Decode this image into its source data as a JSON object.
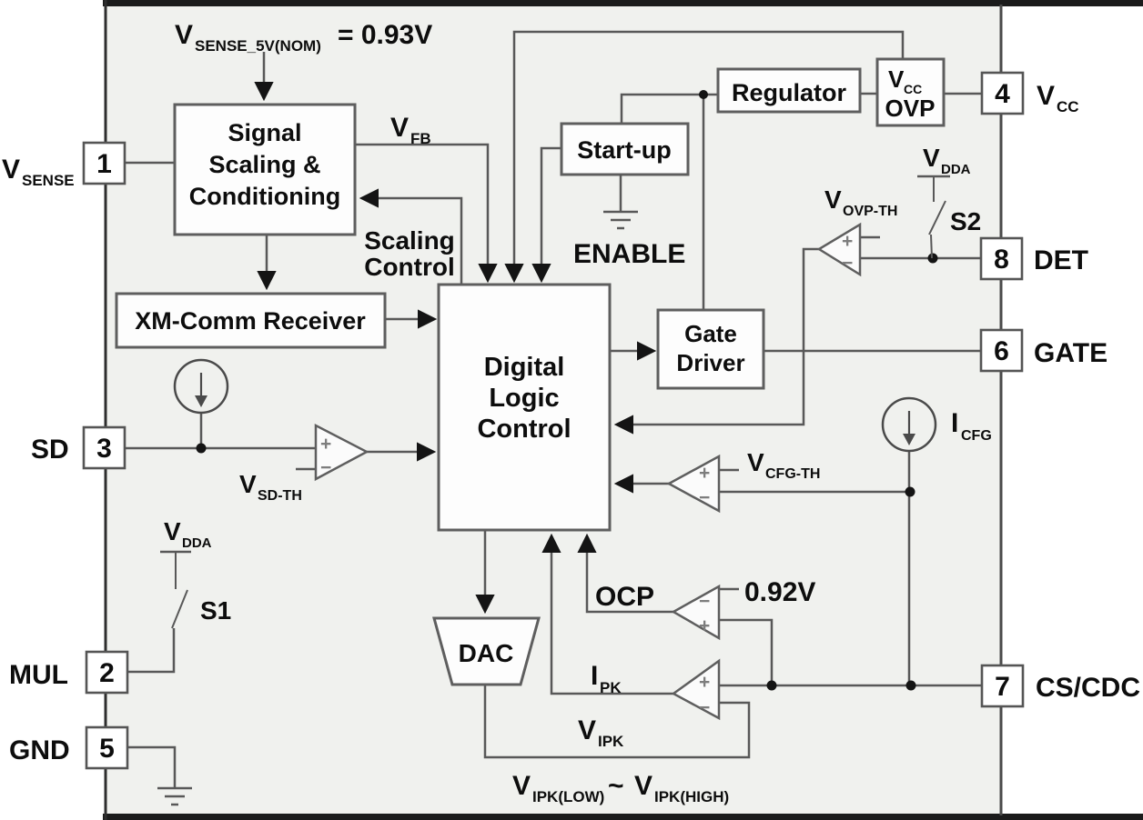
{
  "diagram": {
    "title_note": "IC functional block diagram",
    "colors": {
      "inner_background": "#f0f1ee",
      "outer_background": "#ffffff",
      "wire": "#585858",
      "block_border": "#5e5e5e",
      "arrowhead": "#141414",
      "text": "#0d0d0d",
      "frame": "#1b1b1b"
    }
  },
  "blocks": {
    "signal_scaling": {
      "lines": [
        "Signal",
        "Scaling &",
        "Conditioning"
      ]
    },
    "xm_comm": {
      "label": "XM-Comm Receiver"
    },
    "dlc": {
      "lines": [
        "Digital",
        "Logic",
        "Control"
      ]
    },
    "startup": {
      "label": "Start-up"
    },
    "regulator": {
      "label": "Regulator"
    },
    "vcc_ovp": {
      "main": "V",
      "sub": "CC",
      "line2": "OVP"
    },
    "gate_driver": {
      "lines": [
        "Gate",
        "Driver"
      ]
    },
    "dac": {
      "label": "DAC"
    }
  },
  "pins": {
    "p1": {
      "num": "1",
      "label": "V",
      "sub": "SENSE"
    },
    "p3": {
      "num": "3",
      "label": "SD"
    },
    "p2": {
      "num": "2",
      "label": "MUL"
    },
    "p5": {
      "num": "5",
      "label": "GND"
    },
    "p4": {
      "num": "4",
      "label": "V",
      "sub": "CC"
    },
    "p8": {
      "num": "8",
      "label": "DET"
    },
    "p6": {
      "num": "6",
      "label": "GATE"
    },
    "p7": {
      "num": "7",
      "label": "CS/CDC"
    }
  },
  "labels": {
    "vsense_nom": {
      "main": "V",
      "sub": "SENSE_5V(NOM)",
      "suffix": "= 0.93V"
    },
    "vfb": {
      "main": "V",
      "sub": "FB"
    },
    "scaling_control": {
      "lines": [
        "Scaling",
        "Control"
      ]
    },
    "enable": "ENABLE",
    "vdda_s2": {
      "main": "V",
      "sub": "DDA"
    },
    "s2": "S2",
    "vovp_th": {
      "main": "V",
      "sub": "OVP-TH"
    },
    "vdda_s1": {
      "main": "V",
      "sub": "DDA"
    },
    "s1": "S1",
    "vsd_th": {
      "main": "V",
      "sub": "SD-TH"
    },
    "vcfg_th": {
      "main": "V",
      "sub": "CFG-TH"
    },
    "icfg": {
      "main": "I",
      "sub": "CFG"
    },
    "ocp": "OCP",
    "ref_092": "0.92V",
    "ipk": {
      "main": "I",
      "sub": "PK"
    },
    "vipk": {
      "main": "V",
      "sub": "IPK"
    },
    "vipk_range": {
      "v1": "V",
      "sub1": "IPK(LOW)",
      "tilde": "~",
      "v2": "V",
      "sub2": "IPK(HIGH)"
    },
    "signs": {
      "plus": "+",
      "minus": "−"
    }
  }
}
